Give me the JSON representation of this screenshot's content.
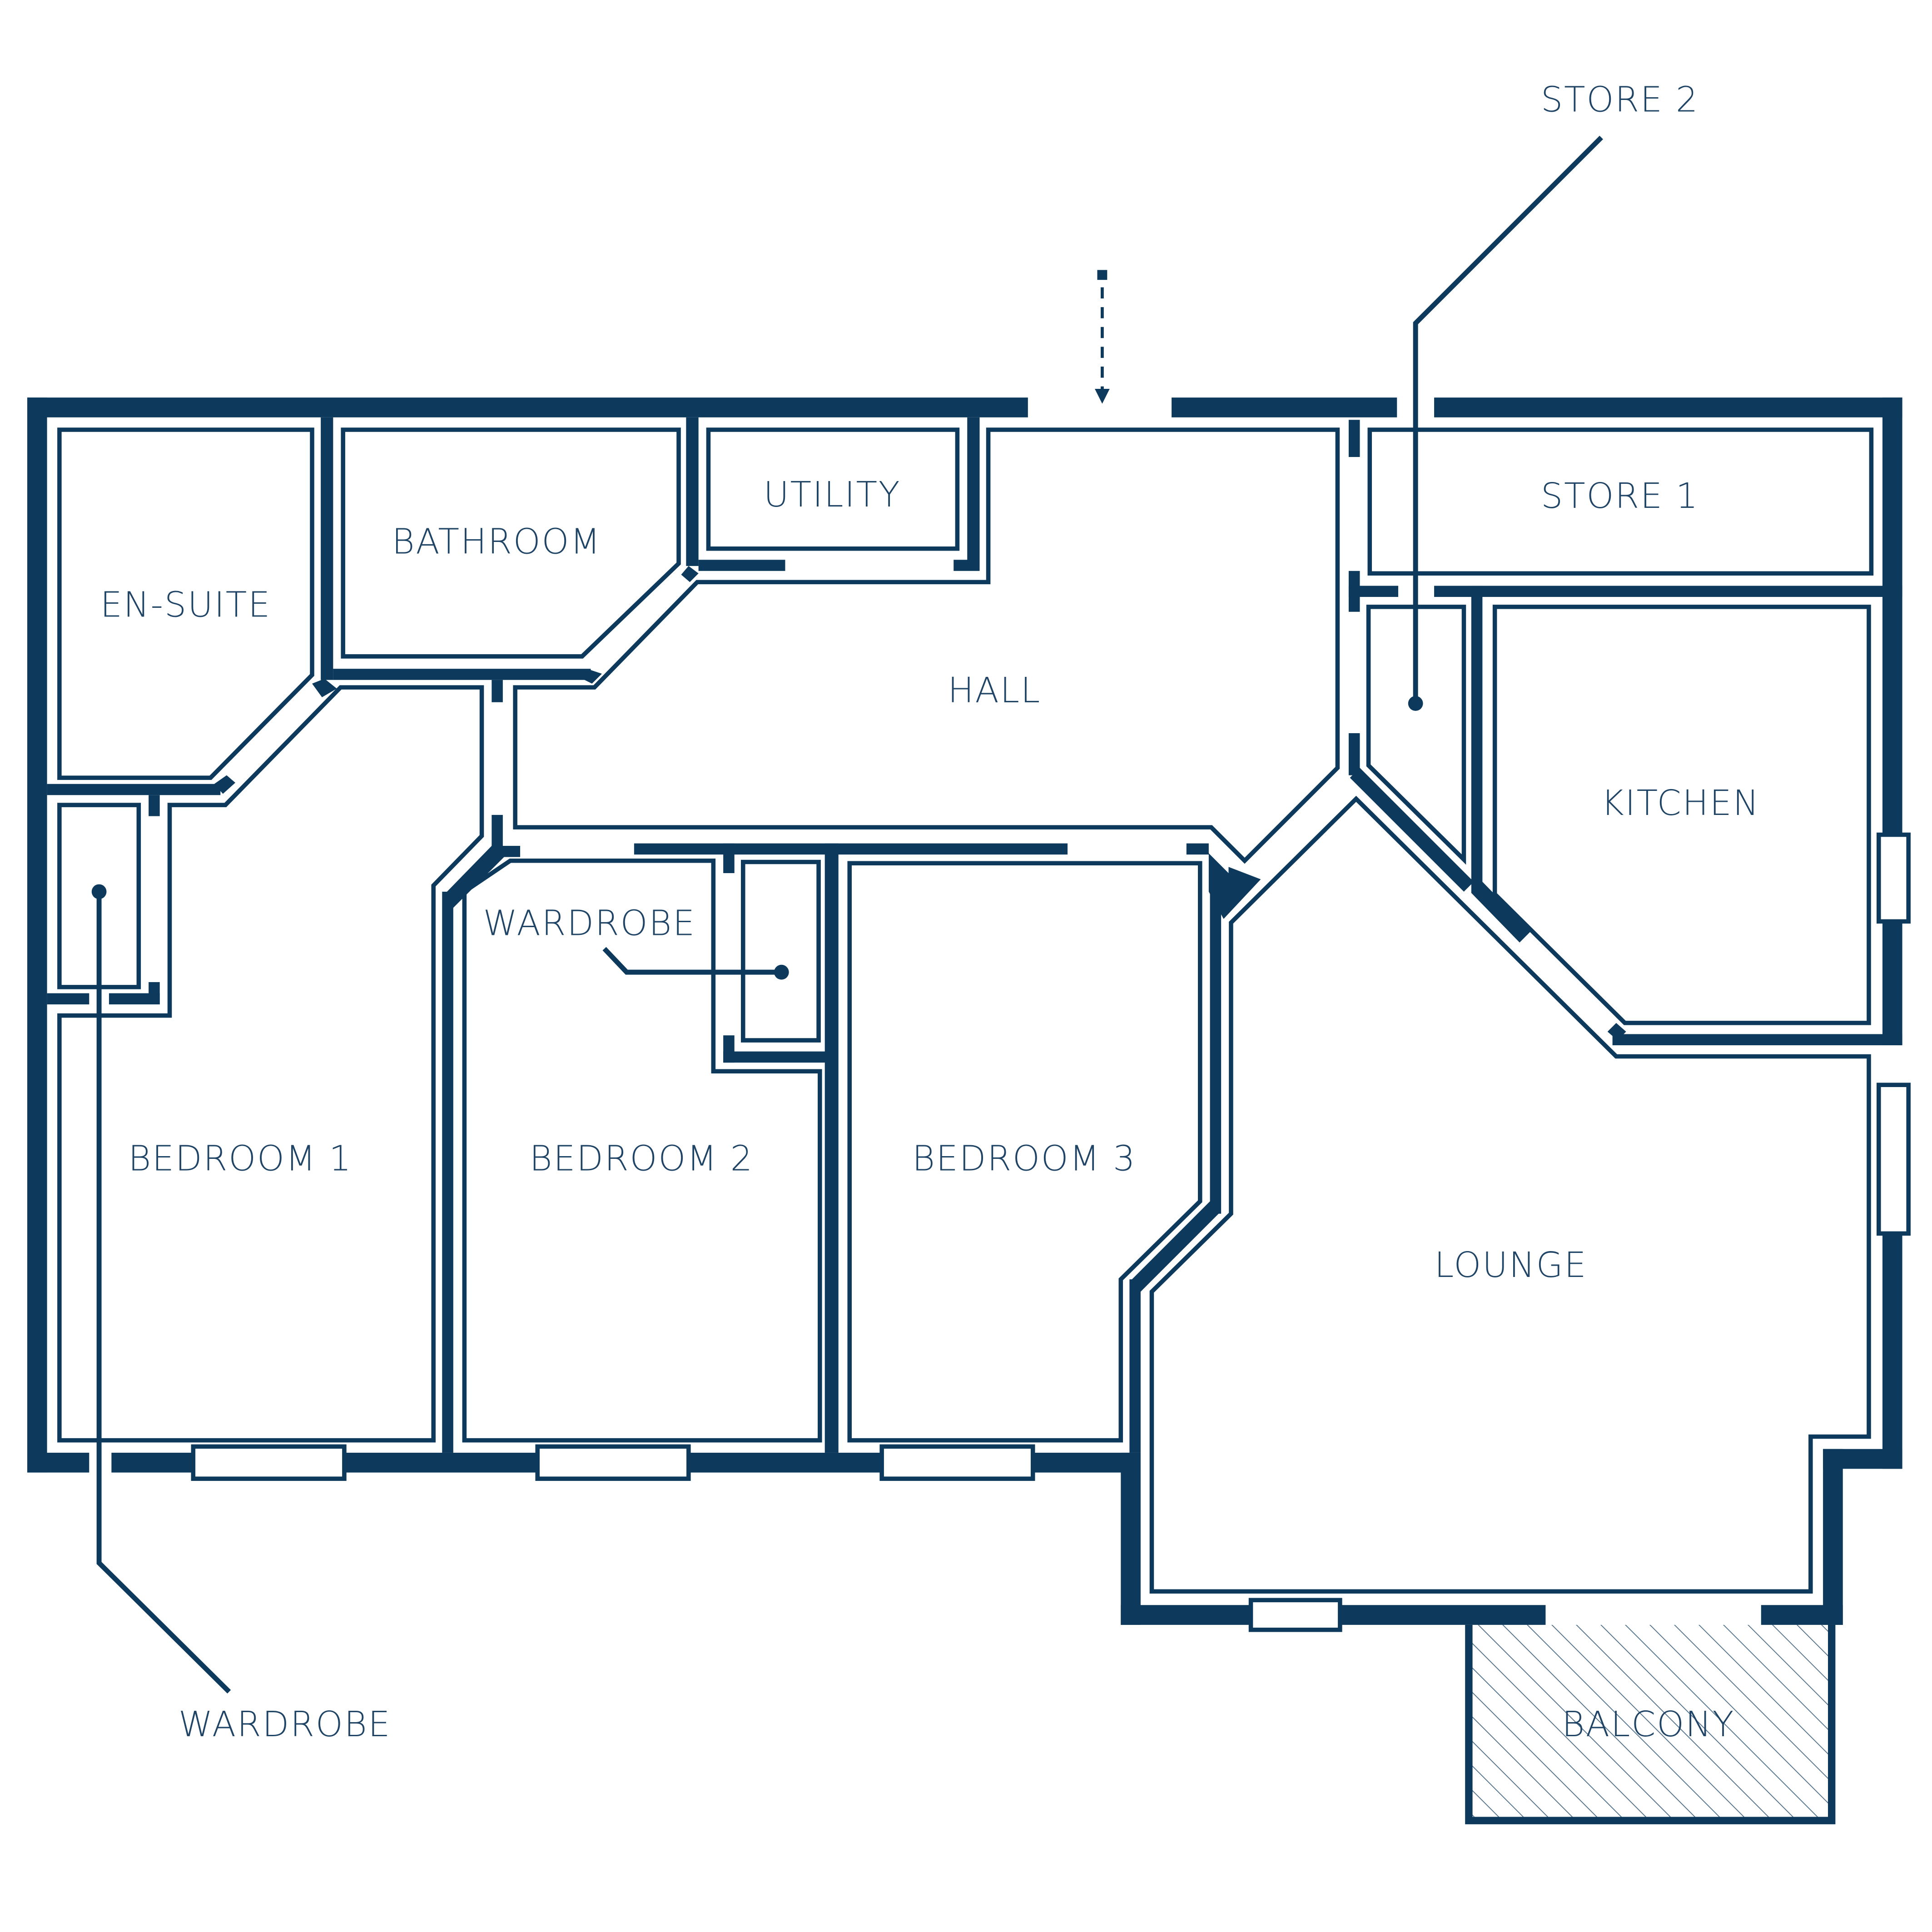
{
  "rooms": {
    "en_suite": "EN-SUITE",
    "bathroom": "BATHROOM",
    "utility": "UTILITY",
    "hall": "HALL",
    "store_1": "STORE 1",
    "store_2": "STORE 2",
    "kitchen": "KITCHEN",
    "wardrobe_bedroom_1": "WARDROBE",
    "wardrobe_bedroom_2": "WARDROBE",
    "bedroom_1": "BEDROOM 1",
    "bedroom_2": "BEDROOM 2",
    "bedroom_3": "BEDROOM 3",
    "lounge": "LOUNGE",
    "balcony": "BALCONY"
  },
  "colors": {
    "wall": "#0d3a5c",
    "text": "#1f4466",
    "background": "#ffffff"
  },
  "icons": {
    "entrance": "entrance-arrow-icon"
  }
}
